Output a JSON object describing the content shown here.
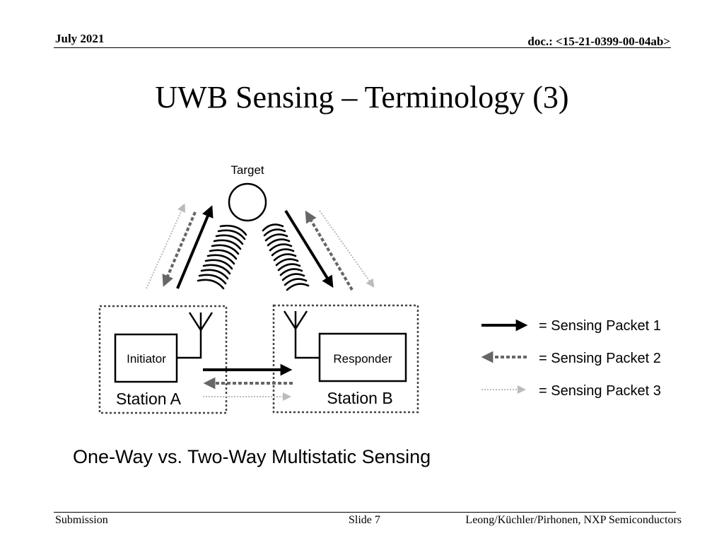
{
  "header": {
    "date": "July 2021",
    "doc": "doc.: <15-21-0399-00-04ab>"
  },
  "title": "UWB Sensing – Terminology (3)",
  "diagram": {
    "target_label": "Target",
    "initiator_label": "Initiator",
    "responder_label": "Responder",
    "station_a_label": "Station A",
    "station_b_label": "Station B",
    "legend": [
      {
        "label": "= Sensing Packet 1",
        "style": "solid-black"
      },
      {
        "label": "= Sensing Packet 2",
        "style": "dashed-dark-gray"
      },
      {
        "label": "= Sensing Packet 3",
        "style": "dotted-light-gray"
      }
    ],
    "colors": {
      "packet1": "#000000",
      "packet2": "#666666",
      "packet3": "#bbbbbb"
    }
  },
  "caption": "One-Way vs. Two-Way Multistatic Sensing",
  "footer": {
    "left": "Submission",
    "center": "Slide 7",
    "right": "Leong/Küchler/Pirhonen, NXP Semiconductors"
  }
}
